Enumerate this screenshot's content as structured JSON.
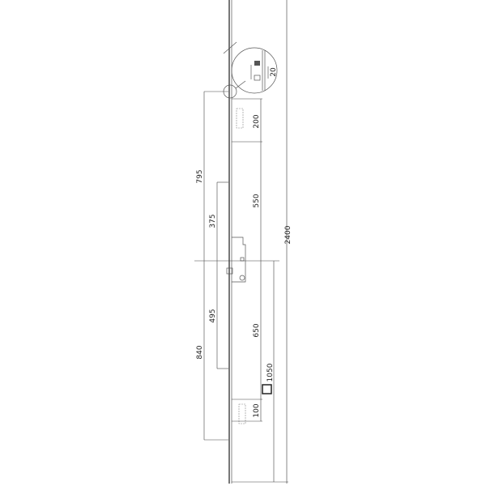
{
  "drawing": {
    "dimensions": {
      "total_height": "2400",
      "top_hook_from_center": "795",
      "bottom_hook_from_center": "840",
      "top_bolt_from_center": "375",
      "bottom_bolt_from_center": "495",
      "top_hook_height": "200",
      "top_section": "550",
      "bottom_section": "650",
      "bottom_hook_height": "100",
      "handle_height": "1050",
      "detail_offset": "20"
    },
    "colors": {
      "line": "#555555",
      "background": "#ffffff"
    }
  }
}
